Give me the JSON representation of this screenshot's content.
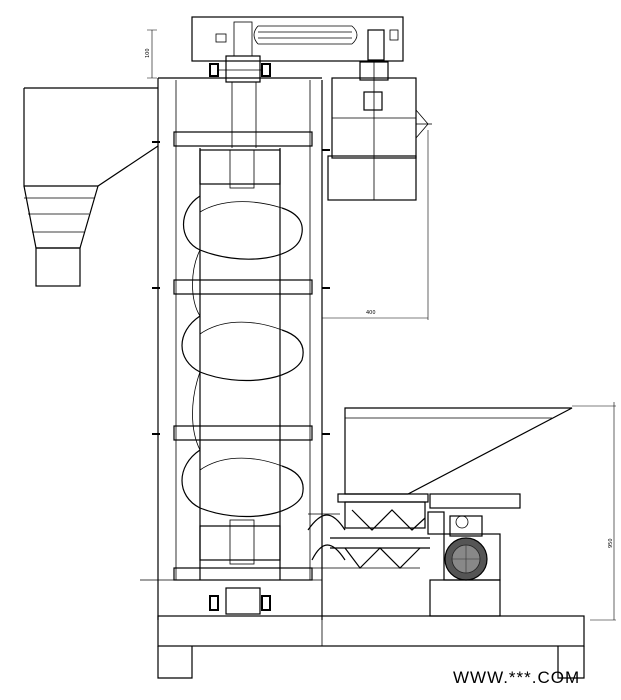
{
  "drawing": {
    "dimension_labels": {
      "top_height": "100",
      "motor_offset": "400",
      "hopper_height": "950"
    }
  },
  "watermark": {
    "text": "WWW.***.COM"
  }
}
